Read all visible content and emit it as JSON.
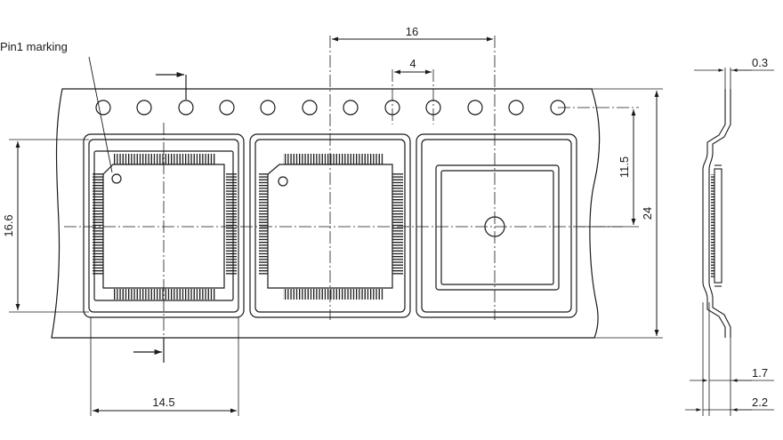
{
  "labels": {
    "pin1": "Pin1 marking"
  },
  "dimensions": {
    "pitch": "16",
    "hole_pitch": "4",
    "tape_thickness": "0.3",
    "hole_offset": "11.5",
    "tape_width": "24",
    "pocket_height": "16.6",
    "pocket_width": "14.5",
    "carrier_depth": "1.7",
    "total_depth": "2.2"
  },
  "colors": {
    "line": "#1a1a1a",
    "background": "#ffffff"
  }
}
